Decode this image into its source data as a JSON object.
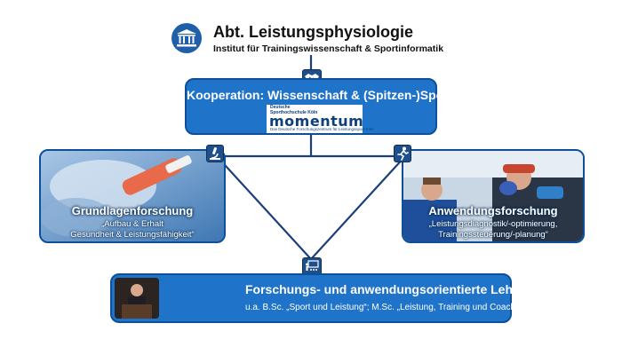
{
  "header": {
    "title": "Abt. Leistungsphysiologie",
    "subtitle": "Institut für Trainingswissenschaft & Sportinformatik"
  },
  "top_box": {
    "title": "Kooperation: Wissenschaft & (Spitzen-)Sport",
    "logo_small_line1": "Deutsche",
    "logo_small_line2": "Sporthochschule Köln",
    "logo_word": "momentum",
    "logo_footer": "Das Deutsche Forschungszentrum für Leistungssport Köln"
  },
  "left_box": {
    "title": "Grundlagenforschung",
    "line1": "„Aufbau & Erhalt",
    "line2": "Gesundheit & Leistungsfähigkeit“"
  },
  "right_box": {
    "title": "Anwendungsforschung",
    "line1": "„Leistungsdiagnostik/-optimierung,",
    "line2": "Trainingssteuerung/-planung“"
  },
  "bottom_box": {
    "title": "Forschungs- und anwendungsorientierte Lehre",
    "subtitle": "u.a. B.Sc. „Sport und Leistung“; M.Sc. „Leistung, Training und Coaching im Spitzensport “"
  },
  "colors": {
    "box_fill": "#1f73c8",
    "box_border": "#0d4f99",
    "connector": "#1a3f7a"
  },
  "icons": [
    "institution-icon",
    "handshake-icon",
    "microscope-icon",
    "runner-icon",
    "lecture-icon"
  ]
}
